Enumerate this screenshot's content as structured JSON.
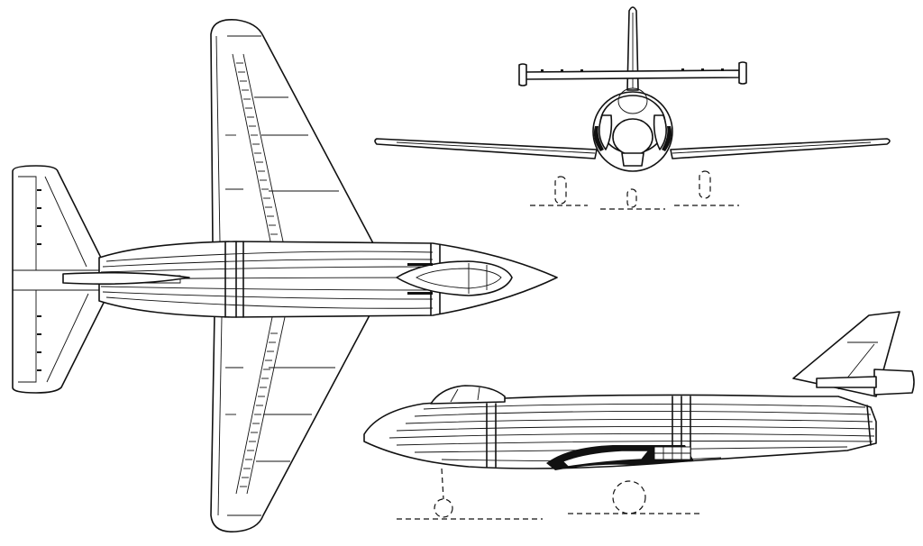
{
  "figure": {
    "views": [
      "top",
      "front",
      "side"
    ],
    "line_color": "#111111",
    "background": "#ffffff"
  }
}
